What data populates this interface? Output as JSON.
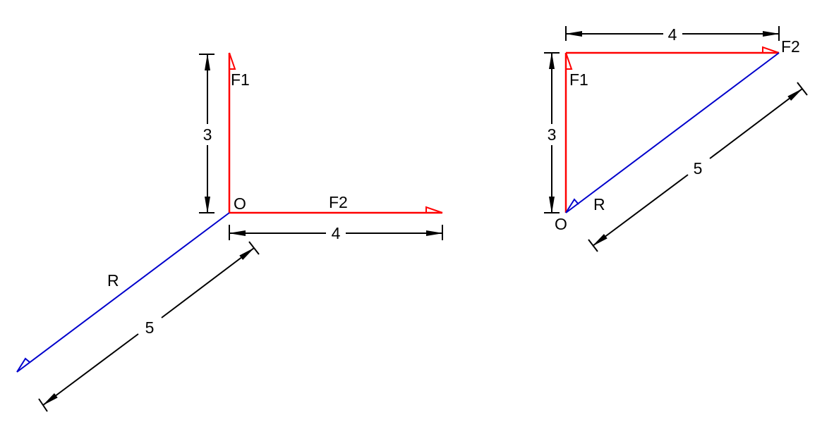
{
  "colors": {
    "force": "#ff0000",
    "resultant": "#0000cc",
    "dimension": "#000000",
    "background": "#ffffff"
  },
  "left": {
    "f1_label": "F1",
    "f2_label": "F2",
    "r_label": "R",
    "origin_label": "O",
    "dim_vertical": "3",
    "dim_horizontal": "4",
    "dim_resultant": "5"
  },
  "right": {
    "f1_label": "F1",
    "f2_label": "F2",
    "r_label": "R",
    "origin_label": "O",
    "dim_vertical": "3",
    "dim_horizontal": "4",
    "dim_resultant": "5"
  }
}
